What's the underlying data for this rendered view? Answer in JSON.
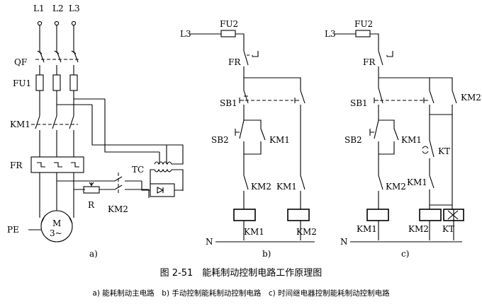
{
  "phases": [
    "L1",
    "L2",
    "L3"
  ],
  "main": {
    "qf": "QF",
    "fu1": "FU1",
    "km1": "KM1",
    "fr": "FR",
    "tc": "TC",
    "r": "R",
    "km2": "KM2",
    "pe": "PE",
    "motor_m": "M",
    "motor_type": "3~",
    "sub_label": "a)"
  },
  "ctrl_b": {
    "l3": "L3",
    "fu2": "FU2",
    "fr": "FR",
    "sb1": "SB1",
    "sb2": "SB2",
    "km1_hold": "KM1",
    "km2_int": "KM2",
    "km1_int": "KM1",
    "coil1": "KM1",
    "coil2": "KM2",
    "n": "N",
    "sub_label": "b)"
  },
  "ctrl_c": {
    "l3": "L3",
    "fu2": "FU2",
    "fr": "FR",
    "sb1": "SB1",
    "km2_hold": "KM2",
    "sb2": "SB2",
    "km1_hold": "KM1",
    "kt_contact": "KT",
    "km2_int": "KM2",
    "km1_int": "KM1",
    "coil1": "KM1",
    "coil2": "KM2",
    "coil3": "KT",
    "n": "N",
    "sub_label": "c)"
  },
  "caption": {
    "title": "图 2-51　能耗制动控制电路工作原理图",
    "subtitle": "a) 能耗制动主电路　b) 手动控制能耗制动控制电路　c) 时间继电器控制能耗制动控制电路"
  }
}
